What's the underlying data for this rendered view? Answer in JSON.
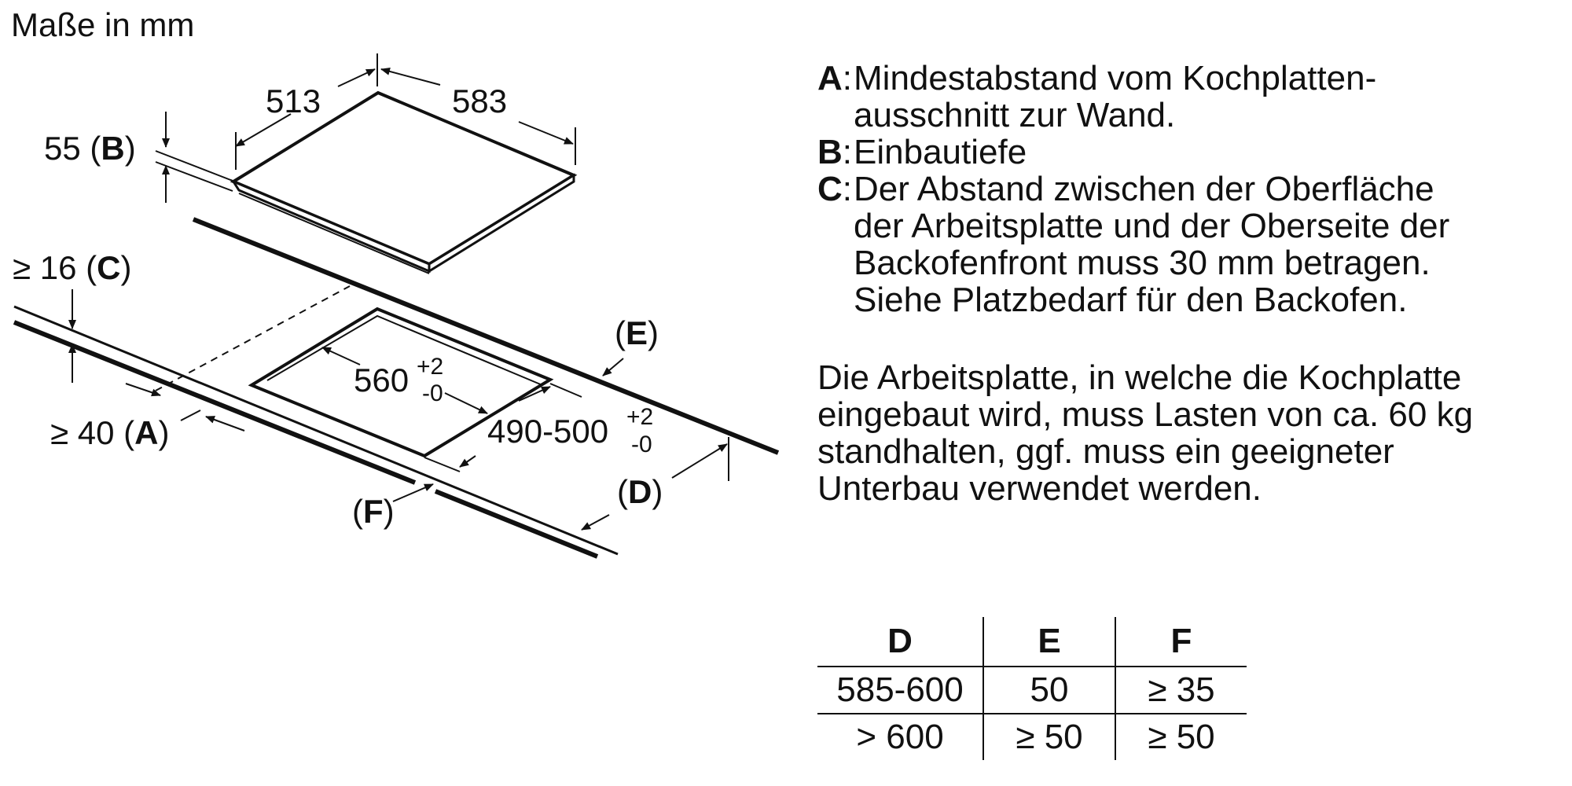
{
  "header": {
    "units_label": "Maße in mm"
  },
  "diagram": {
    "dims": {
      "width": "513",
      "depth": "583",
      "thickness_b": "55",
      "label_b": "B",
      "min_c_prefix": "≥ 16",
      "label_c": "C",
      "min_a_prefix": "≥ 40",
      "label_a": "A",
      "label_e": "E",
      "label_d": "D",
      "label_f": "F",
      "cutout_width_base": "560",
      "cutout_width_tol_plus": "+2",
      "cutout_width_tol_minus": "-0",
      "cutout_depth_base": "490-500",
      "cutout_depth_tol_plus": "+2",
      "cutout_depth_tol_minus": "-0"
    }
  },
  "legend": {
    "items": [
      {
        "key": "A",
        "lines": [
          "Mindestabstand vom Kochplatten-",
          "ausschnitt zur Wand."
        ]
      },
      {
        "key": "B",
        "lines": [
          "Einbautiefe"
        ]
      },
      {
        "key": "C",
        "lines": [
          "Der Abstand zwischen der Oberfläche",
          "der Arbeitsplatte und der Oberseite der",
          "Backofenfront muss 30 mm betragen.",
          "Siehe Platzbedarf für den Backofen."
        ]
      }
    ]
  },
  "note": {
    "lines": [
      "Die Arbeitsplatte, in welche die Kochplatte",
      "eingebaut wird, muss Lasten von ca. 60 kg",
      "standhalten, ggf. muss ein geeigneter",
      "Unterbau verwendet werden."
    ]
  },
  "table": {
    "headers": [
      "D",
      "E",
      "F"
    ],
    "rows": [
      [
        "585-600",
        "50",
        "≥ 35"
      ],
      [
        "> 600",
        "≥ 50",
        "≥ 50"
      ]
    ]
  }
}
